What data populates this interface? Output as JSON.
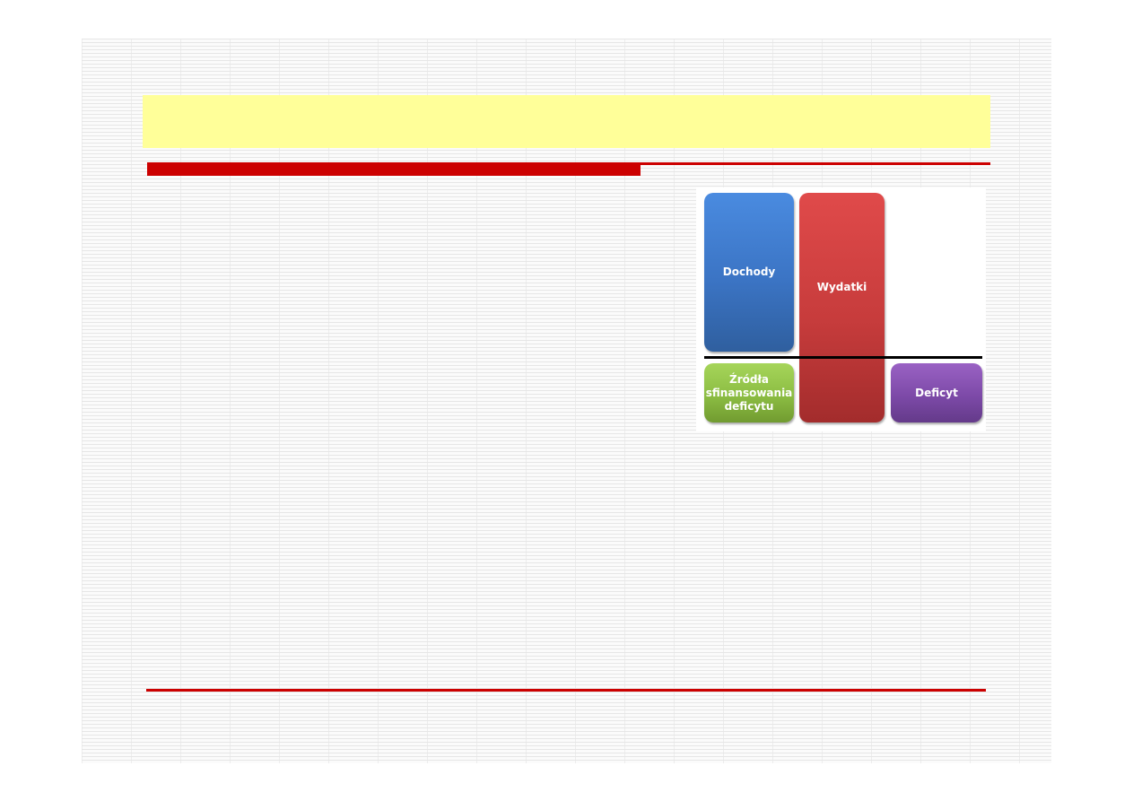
{
  "slide": {
    "title": ""
  },
  "diagram": {
    "blocks": {
      "dochody": "Dochody",
      "wydatki": "Wydatki",
      "zrodla": "Źródła sfinansowania deficytu",
      "deficyt": "Deficyt"
    },
    "colors": {
      "title_band": "#ffff99",
      "accent_rule": "#cc0000",
      "dochody": "#3b74c4",
      "wydatki": "#c73c3c",
      "zrodla": "#8cbd43",
      "deficyt": "#7d4aa8",
      "baseline": "#000000"
    }
  }
}
